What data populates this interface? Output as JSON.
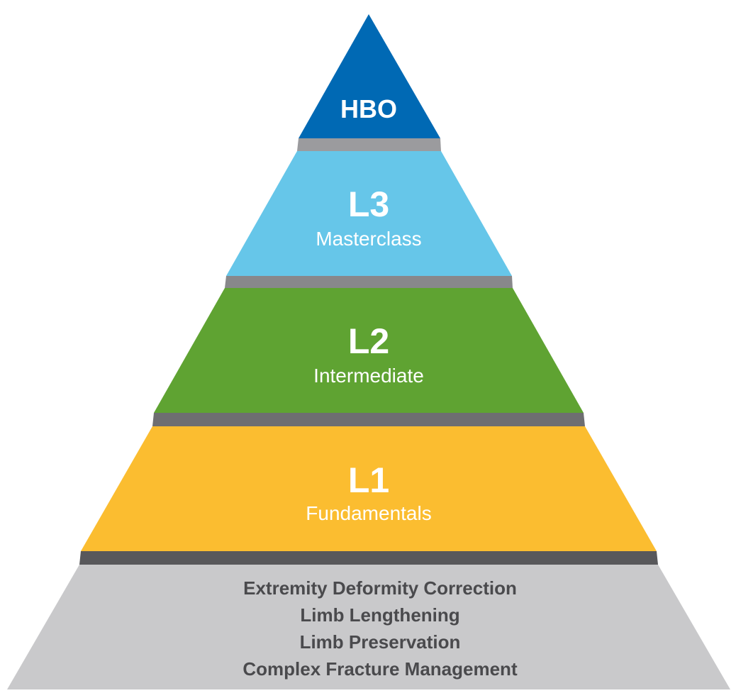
{
  "pyramid": {
    "tiers": [
      {
        "title": "HBO",
        "subtitle": "",
        "color": "#0069b4"
      },
      {
        "title": "L3",
        "subtitle": "Masterclass",
        "color": "#66c6e9"
      },
      {
        "title": "L2",
        "subtitle": "Intermediate",
        "color": "#5fa332"
      },
      {
        "title": "L1",
        "subtitle": "Fundamentals",
        "color": "#fbbd30"
      }
    ],
    "base": {
      "color": "#c9c9cb",
      "lines": [
        "Extremity Deformity Correction",
        "Limb Lengthening",
        "Limb Preservation",
        "Complex Fracture Management"
      ]
    },
    "connector_colors": [
      "#9b9b9e",
      "#88888b",
      "#6e6e71",
      "#58585b"
    ]
  }
}
